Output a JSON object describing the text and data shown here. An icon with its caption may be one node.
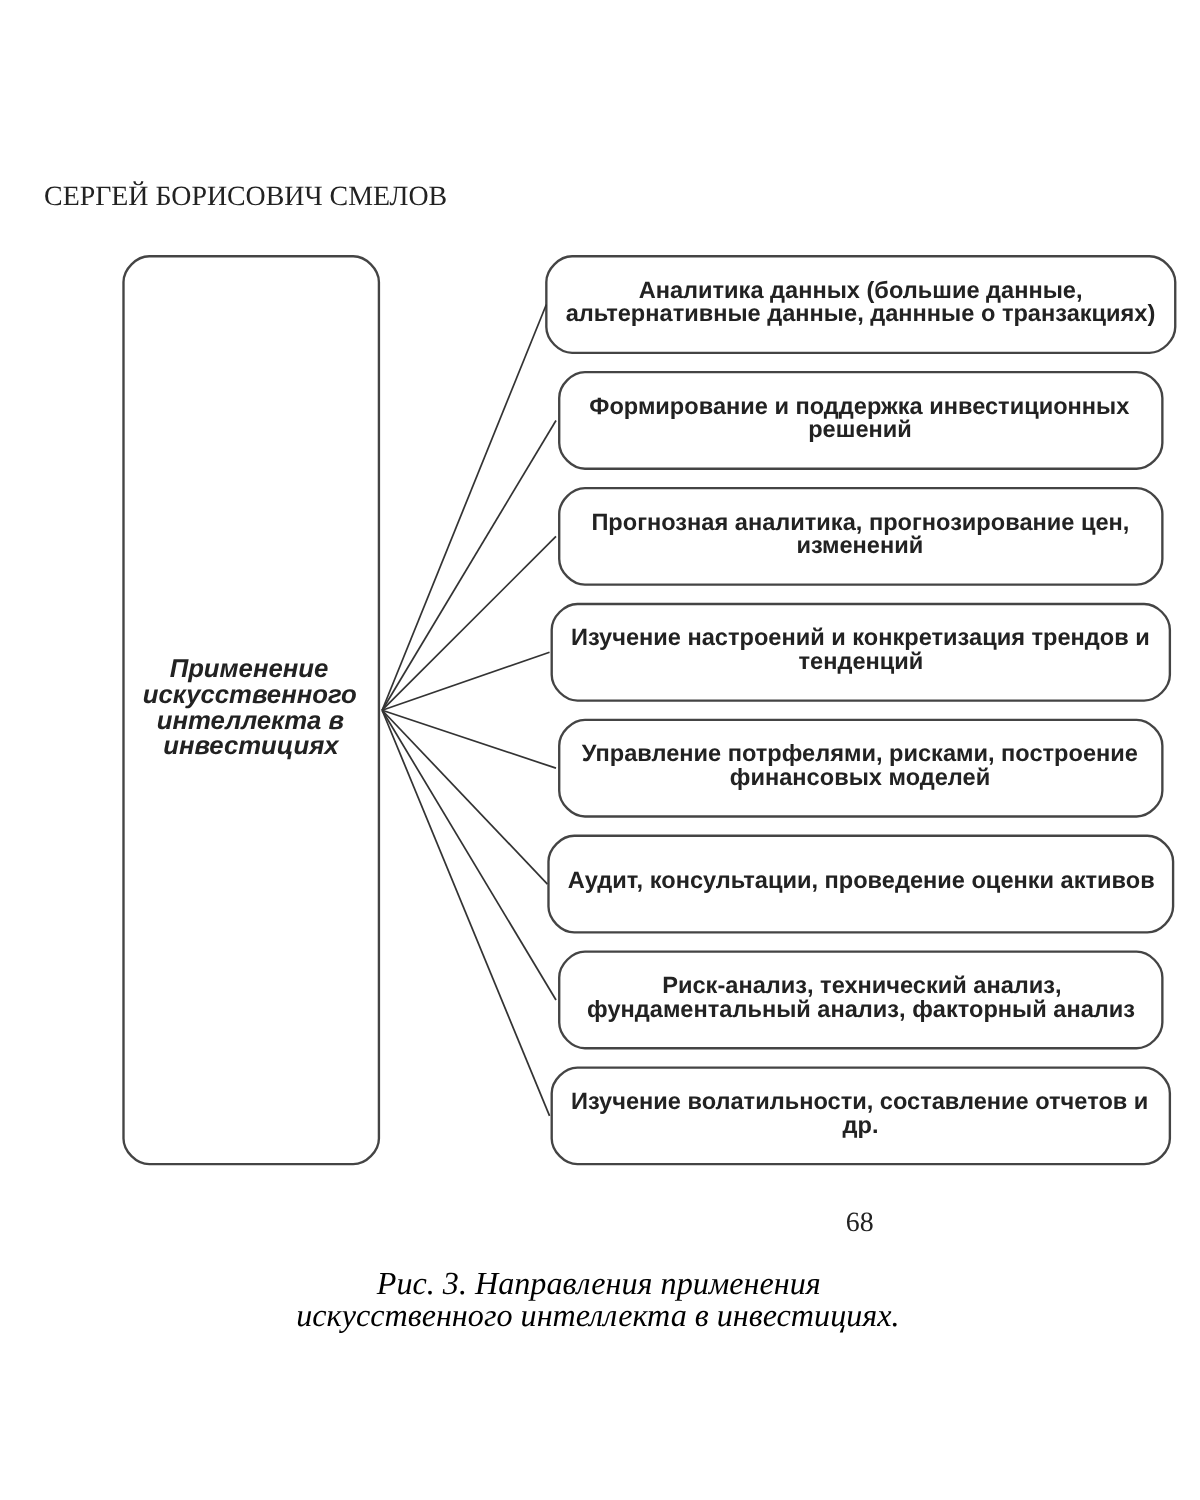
{
  "diagram": {
    "caption": "Рис. 3. Направления применения искусственного интеллекта в инвестициях.",
    "nodes": [
      {
        "text": [
          "Применение искусственного интеллекта в инвестициях"
        ]
      },
      {
        "text": [
          "Аналитика данных (большие данные, альтернативные данные, даннные о транзакциях)"
        ]
      },
      {
        "text": [
          "Формирование и поддержка инвестиционных решений"
        ]
      },
      {
        "text": [
          "Прогнозная аналитика, прогнозирование цен, изменений"
        ]
      },
      {
        "text": [
          "Изучение настроений и конкретизация трендов и тенденций"
        ]
      },
      {
        "text": [
          "Управление потрфелями, рисками, построение финансовых моделей"
        ]
      },
      {
        "text": [
          "Аудит, консультации, проведение оценки активов"
        ]
      },
      {
        "text": [
          "Риск-анализ, технический анализ, фундаментальный анализ, факторный анализ"
        ]
      },
      {
        "text": [
          "Изучение волатильности, составление отчетов и др."
        ]
      }
    ],
    "edges": [
      {
        "from": 0,
        "to": 1,
        "arrow": "none"
      },
      {
        "from": 0,
        "to": 2,
        "arrow": "none"
      },
      {
        "from": 0,
        "to": 3,
        "arrow": "none"
      },
      {
        "from": 0,
        "to": 4,
        "arrow": "none"
      },
      {
        "from": 0,
        "to": 5,
        "arrow": "none"
      },
      {
        "from": 0,
        "to": 6,
        "arrow": "none"
      },
      {
        "from": 0,
        "to": 7,
        "arrow": "none"
      },
      {
        "from": 0,
        "to": 8,
        "arrow": "none"
      }
    ],
    "labels": [
      "СЕРГЕЙ БОРИСОВИЧ СМЕЛОВ",
      "68"
    ]
  }
}
